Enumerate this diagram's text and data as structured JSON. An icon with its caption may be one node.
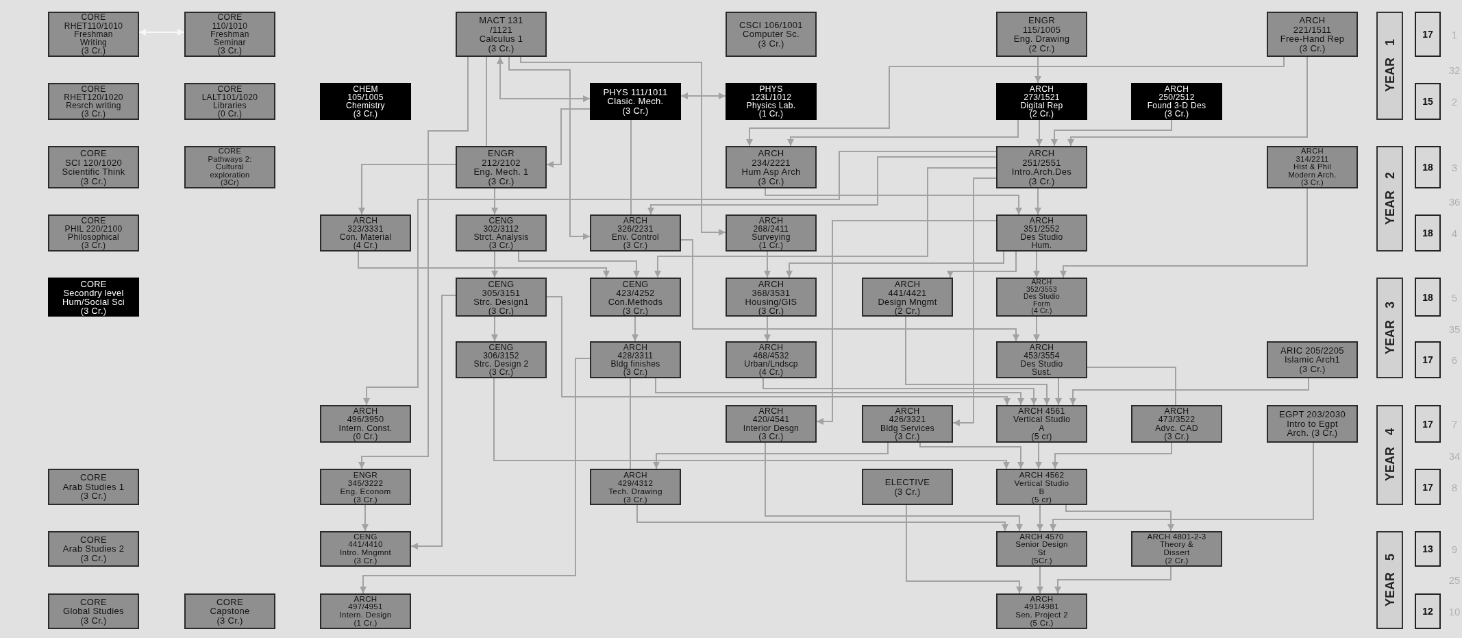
{
  "diagram": {
    "nodes": [
      {
        "text": [
          "CORE",
          "RHET110/1010",
          "Freshman",
          "Writing",
          "(3 Cr.)"
        ]
      },
      {
        "text": [
          "CORE",
          "110/1010",
          "Freshman",
          "Seminar",
          "(3 Cr.)"
        ]
      },
      {
        "text": [
          "MACT 131",
          "/1121",
          "Calculus 1",
          "(3 Cr.)"
        ]
      },
      {
        "text": [
          "CSCI 106/1001",
          "Computer Sc.",
          "(3 Cr.)"
        ]
      },
      {
        "text": [
          "ENGR",
          "115/1005",
          "Eng. Drawing",
          "(2 Cr.)"
        ]
      },
      {
        "text": [
          "ARCH",
          "221/1511",
          "Free-Hand Rep",
          "(3 Cr.)"
        ]
      },
      {
        "text": [
          "YEAR 1"
        ]
      },
      {
        "text": [
          "17"
        ],
        "beside": [
          "1"
        ]
      },
      {
        "text": [
          "CORE",
          "RHET120/1020",
          "Resrch writing",
          "(3 Cr.)"
        ]
      },
      {
        "text": [
          "CORE",
          "LALT101/1020",
          "Libraries",
          "(0 Cr.)"
        ]
      },
      {
        "text": [
          "CHEM",
          "105/1005",
          "Chemistry",
          "(3 Cr.)"
        ]
      },
      {
        "text": [
          "PHYS 111/1011",
          "Clasic. Mech.",
          "(3 Cr.)"
        ]
      },
      {
        "text": [
          "PHYS",
          "123L/1012",
          "Physics Lab.",
          "(1 Cr.)"
        ]
      },
      {
        "text": [
          "ARCH",
          "273/1521",
          "Digital Rep",
          "(2 Cr.)"
        ]
      },
      {
        "text": [
          "ARCH",
          "250/2512",
          "Found 3-D Des",
          "(3 Cr.)"
        ]
      },
      {
        "text": [
          "15"
        ],
        "beside": [
          "2"
        ]
      },
      {
        "text": [
          "CORE",
          "SCI 120/1020",
          "Scientific Think",
          "(3 Cr.)"
        ]
      },
      {
        "text": [
          "CORE",
          "Pathways 2:",
          "Cultural",
          "exploration",
          "(3Cr)"
        ]
      },
      {
        "text": [
          "ENGR",
          "212/2102",
          "Eng. Mech. 1",
          "(3 Cr.)"
        ]
      },
      {
        "text": [
          "ARCH",
          "234/2221",
          "Hum Asp Arch",
          "(3 Cr.)"
        ]
      },
      {
        "text": [
          "ARCH",
          "251/2551",
          "Intro.Arch.Des",
          "(3 Cr.)"
        ]
      },
      {
        "text": [
          "ARCH",
          "314/2211",
          "Hist & Phil",
          "Modern Arch.",
          "(3 Cr.)"
        ]
      },
      {
        "text": [
          "YEAR 2"
        ]
      },
      {
        "text": [
          "18"
        ],
        "beside": [
          "3"
        ]
      },
      {
        "text": [
          "CORE",
          "PHIL 220/2100",
          "Philosophical",
          "(3 Cr.)"
        ]
      },
      {
        "text": [
          "ARCH",
          "323/3331",
          "Con. Material",
          "(4 Cr.)"
        ]
      },
      {
        "text": [
          "CENG",
          "302/3112",
          "Strct. Analysis",
          "(3 Cr.)"
        ]
      },
      {
        "text": [
          "ARCH",
          "326/2231",
          "Env. Control",
          "(3 Cr.)"
        ]
      },
      {
        "text": [
          "ARCH",
          "268/2411",
          "Surveying",
          "(1 Cr.)"
        ]
      },
      {
        "text": [
          "ARCH",
          "351/2552",
          "Des Studio",
          "Hum."
        ]
      },
      {
        "text": [
          "18"
        ],
        "beside": [
          "4"
        ]
      },
      {
        "text": [
          "CORE",
          "Secondry level",
          "Hum/Social Sci",
          "(3 Cr.)"
        ]
      },
      {
        "text": [
          "CENG",
          "305/3151",
          "Strc. Design1",
          "(3 Cr.)"
        ]
      },
      {
        "text": [
          "CENG",
          "423/4252",
          "Con.Methods",
          "(3 Cr.)"
        ]
      },
      {
        "text": [
          "ARCH",
          "368/3531",
          "Housing/GIS",
          "(3 Cr.)"
        ]
      },
      {
        "text": [
          "ARCH",
          "441/4421",
          "Design Mngmt",
          "(2 Cr.)"
        ]
      },
      {
        "text": [
          "ARCH",
          "352/3553",
          "Des Studio",
          "Form",
          "(4 Cr.)"
        ]
      },
      {
        "text": [
          "YEAR 3"
        ]
      },
      {
        "text": [
          "18"
        ],
        "beside": [
          "5"
        ]
      },
      {
        "text": [
          "CENG",
          "306/3152",
          "Strc. Design 2",
          "(3 Cr.)"
        ]
      },
      {
        "text": [
          "ARCH",
          "428/3311",
          "Bldg finishes",
          "(3 Cr.)"
        ]
      },
      {
        "text": [
          "ARCH",
          "468/4532",
          "Urban/Lndscp",
          "(4 Cr.)"
        ]
      },
      {
        "text": [
          "ARCH",
          "453/3554",
          "Des Studio",
          "Sust."
        ]
      },
      {
        "text": [
          "ARIC 205/2205",
          "Islamic Arch1",
          "(3 Cr.)"
        ]
      },
      {
        "text": [
          "17"
        ],
        "beside": [
          "6"
        ]
      },
      {
        "text": [
          "ARCH",
          "496/3950",
          "Intern. Const.",
          "(0 Cr.)"
        ]
      },
      {
        "text": [
          "ARCH",
          "420/4541",
          "Interior Desgn",
          "(3 Cr.)"
        ]
      },
      {
        "text": [
          "ARCH",
          "426/3321",
          "Bldg Services",
          "(3 Cr.)"
        ]
      },
      {
        "text": [
          "ARCH 4561",
          "Vertical Studio",
          "A",
          "(5 cr)"
        ]
      },
      {
        "text": [
          "ARCH",
          "473/3522",
          "Advc. CAD",
          "(3 Cr.)"
        ]
      },
      {
        "text": [
          "EGPT 203/2030",
          "Intro to Egpt",
          "Arch. (3 Cr.)"
        ]
      },
      {
        "text": [
          "YEAR 4"
        ]
      },
      {
        "text": [
          "17"
        ],
        "beside": [
          "7"
        ]
      },
      {
        "text": [
          "CORE",
          "Arab Studies 1",
          "(3 Cr.)"
        ]
      },
      {
        "text": [
          "ENGR",
          "345/3222",
          "Eng. Econom",
          "(3 Cr.)"
        ]
      },
      {
        "text": [
          "ARCH",
          "429/4312",
          "Tech. Drawing",
          "(3 Cr.)"
        ]
      },
      {
        "text": [
          "ELECTIVE",
          "(3 Cr.)"
        ]
      },
      {
        "text": [
          "ARCH 4562",
          "Vertical Studio",
          "B",
          "(5 cr)"
        ]
      },
      {
        "text": [
          "17"
        ],
        "beside": [
          "8"
        ]
      },
      {
        "text": [
          "CORE",
          "Arab Studies 2",
          "(3 Cr.)"
        ]
      },
      {
        "text": [
          "CENG",
          "441/4410",
          "Intro. Mngmnt",
          "(3 Cr.)"
        ]
      },
      {
        "text": [
          "ARCH 4570",
          "Senior Design",
          "St",
          "(5Cr.)"
        ]
      },
      {
        "text": [
          "ARCH 4801-2-3",
          "Theory &",
          "Dissert",
          "(2 Cr.)"
        ]
      },
      {
        "text": [
          "YEAR 5"
        ]
      },
      {
        "text": [
          "13"
        ],
        "beside": [
          "9"
        ]
      },
      {
        "text": [
          "CORE",
          "Global Studies",
          "(3 Cr.)"
        ]
      },
      {
        "text": [
          "CORE",
          "Capstone",
          "(3 Cr.)"
        ]
      },
      {
        "text": [
          "ARCH",
          "497/4951",
          "Intern. Design",
          "(1 Cr.)"
        ]
      },
      {
        "text": [
          "ARCH",
          "491/4981",
          "Sen. Project 2",
          "(5 Cr.)"
        ]
      },
      {
        "text": [
          "12"
        ],
        "beside": [
          "10"
        ]
      }
    ],
    "edges": [
      {
        "from": 0,
        "to": 1,
        "arrow": "both",
        "color": "#f7f7f7"
      },
      {
        "from": 2,
        "to": 11,
        "arrow": "both"
      },
      {
        "from": 11,
        "to": 12,
        "arrow": "both"
      },
      {
        "from": 2,
        "to": 18,
        "arrow": "none"
      },
      {
        "from": 11,
        "to": 18,
        "arrow": "to"
      },
      {
        "from": 2,
        "to": 27,
        "arrow": "to"
      },
      {
        "from": 2,
        "to": 28,
        "arrow": "to"
      },
      {
        "from": 11,
        "to": 27,
        "arrow": "none"
      },
      {
        "from": 2,
        "to": 54,
        "arrow": "to"
      },
      {
        "from": 18,
        "to": 25,
        "arrow": "to"
      },
      {
        "from": 18,
        "to": 26,
        "arrow": "to"
      },
      {
        "from": 4,
        "to": 13,
        "arrow": "to"
      },
      {
        "from": 13,
        "to": 20,
        "arrow": "to"
      },
      {
        "from": 14,
        "to": 20,
        "arrow": "to"
      },
      {
        "from": 5,
        "to": 20,
        "arrow": "to"
      },
      {
        "from": 5,
        "to": 19,
        "arrow": "to"
      },
      {
        "from": 13,
        "to": 19,
        "arrow": "to"
      },
      {
        "from": 20,
        "to": 27,
        "arrow": "to"
      },
      {
        "from": 20,
        "to": 29,
        "arrow": "to"
      },
      {
        "from": 19,
        "to": 29,
        "arrow": "to"
      },
      {
        "from": 21,
        "to": 36,
        "arrow": "to"
      },
      {
        "from": 29,
        "to": 36,
        "arrow": "to"
      },
      {
        "from": 26,
        "to": 32,
        "arrow": "to"
      },
      {
        "from": 26,
        "to": 33,
        "arrow": "to"
      },
      {
        "from": 25,
        "to": 33,
        "arrow": "to"
      },
      {
        "from": 20,
        "to": 33,
        "arrow": "to"
      },
      {
        "from": 28,
        "to": 34,
        "arrow": "to"
      },
      {
        "from": 29,
        "to": 34,
        "arrow": "to"
      },
      {
        "from": 29,
        "to": 35,
        "arrow": "to"
      },
      {
        "from": 32,
        "to": 39,
        "arrow": "to"
      },
      {
        "from": 33,
        "to": 40,
        "arrow": "to"
      },
      {
        "from": 34,
        "to": 41,
        "arrow": "to"
      },
      {
        "from": 36,
        "to": 42,
        "arrow": "to"
      },
      {
        "from": 27,
        "to": 42,
        "arrow": "to"
      },
      {
        "from": 32,
        "to": 60,
        "arrow": "to"
      },
      {
        "from": 20,
        "to": 45,
        "arrow": "to"
      },
      {
        "from": 29,
        "to": 46,
        "arrow": "to"
      },
      {
        "from": 20,
        "to": 47,
        "arrow": "to"
      },
      {
        "from": 32,
        "to": 48,
        "arrow": "to"
      },
      {
        "from": 40,
        "to": 48,
        "arrow": "to"
      },
      {
        "from": 41,
        "to": 48,
        "arrow": "to"
      },
      {
        "from": 35,
        "to": 48,
        "arrow": "to"
      },
      {
        "from": 42,
        "to": 48,
        "arrow": "to"
      },
      {
        "from": 43,
        "to": 48,
        "arrow": "to"
      },
      {
        "from": 42,
        "to": 49,
        "arrow": "none"
      },
      {
        "from": 54,
        "to": 60,
        "arrow": "to"
      },
      {
        "from": 40,
        "to": 67,
        "arrow": "to"
      },
      {
        "from": 40,
        "to": 55,
        "arrow": "none"
      },
      {
        "from": 47,
        "to": 55,
        "arrow": "to"
      },
      {
        "from": 39,
        "to": 57,
        "arrow": "to"
      },
      {
        "from": 47,
        "to": 57,
        "arrow": "to"
      },
      {
        "from": 48,
        "to": 57,
        "arrow": "to"
      },
      {
        "from": 49,
        "to": 57,
        "arrow": "to"
      },
      {
        "from": 46,
        "to": 61,
        "arrow": "to"
      },
      {
        "from": 55,
        "to": 61,
        "arrow": "to"
      },
      {
        "from": 57,
        "to": 61,
        "arrow": "to"
      },
      {
        "from": 50,
        "to": 61,
        "arrow": "to"
      },
      {
        "from": 57,
        "to": 62,
        "arrow": "to"
      },
      {
        "from": 56,
        "to": 68,
        "arrow": "to"
      },
      {
        "from": 61,
        "to": 68,
        "arrow": "to"
      },
      {
        "from": 62,
        "to": 68,
        "arrow": "to"
      }
    ],
    "labels": [
      "32",
      "36",
      "35",
      "34",
      "25"
    ]
  }
}
